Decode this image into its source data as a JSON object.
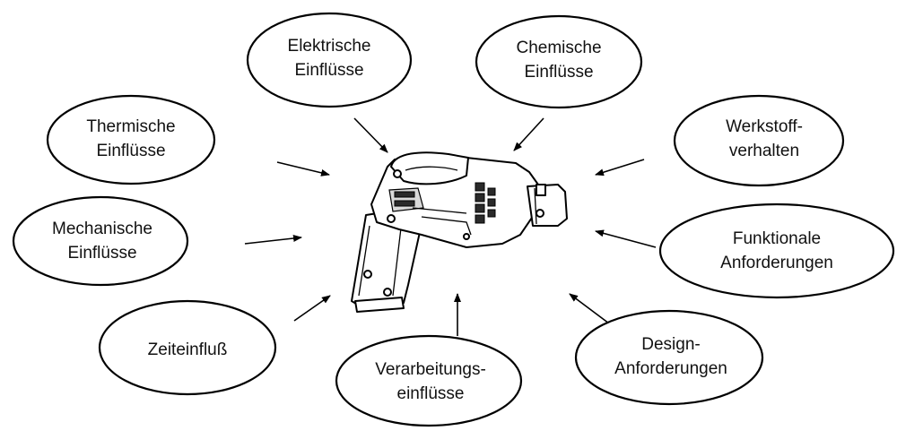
{
  "bubbles": [
    {
      "id": "elektrisch",
      "lines": [
        "Elektrische",
        "Einflüsse"
      ]
    },
    {
      "id": "chemisch",
      "lines": [
        "Chemische",
        "Einflüsse"
      ]
    },
    {
      "id": "thermisch",
      "lines": [
        "Thermische",
        "Einflüsse"
      ]
    },
    {
      "id": "werkstoff",
      "lines": [
        "Werkstoff-",
        "verhalten"
      ]
    },
    {
      "id": "mechanisch",
      "lines": [
        "Mechanische",
        "Einflüsse"
      ]
    },
    {
      "id": "funktional",
      "lines": [
        "Funktionale",
        "Anforderungen"
      ]
    },
    {
      "id": "zeit",
      "lines": [
        "Zeiteinfluß"
      ]
    },
    {
      "id": "verarbeitung",
      "lines": [
        "Verarbeitungs-",
        "einflüsse"
      ]
    },
    {
      "id": "design",
      "lines": [
        "Design-",
        "Anforderungen"
      ]
    }
  ],
  "center": {
    "name": "drill-housing-illustration"
  },
  "colors": {
    "stroke": "#000000",
    "background": "#ffffff"
  }
}
